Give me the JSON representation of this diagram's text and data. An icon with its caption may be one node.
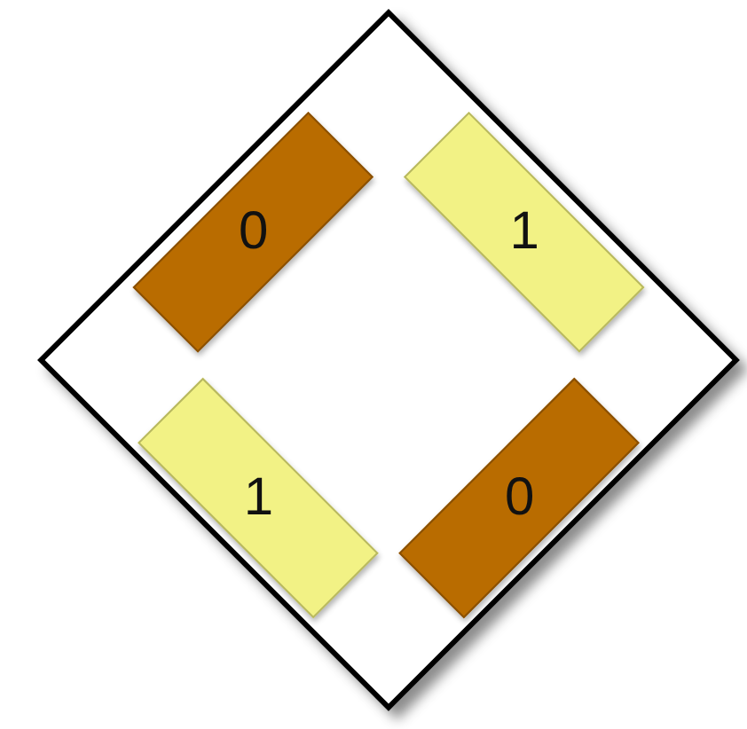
{
  "diagram": {
    "nodes": [
      {
        "text": [],
        "shape": "diamond"
      },
      {
        "text": [
          "0"
        ],
        "in": 0
      },
      {
        "text": [
          "1"
        ],
        "in": 0
      },
      {
        "text": [
          "1"
        ],
        "in": 0
      },
      {
        "text": [
          "0"
        ],
        "in": 0
      }
    ]
  }
}
